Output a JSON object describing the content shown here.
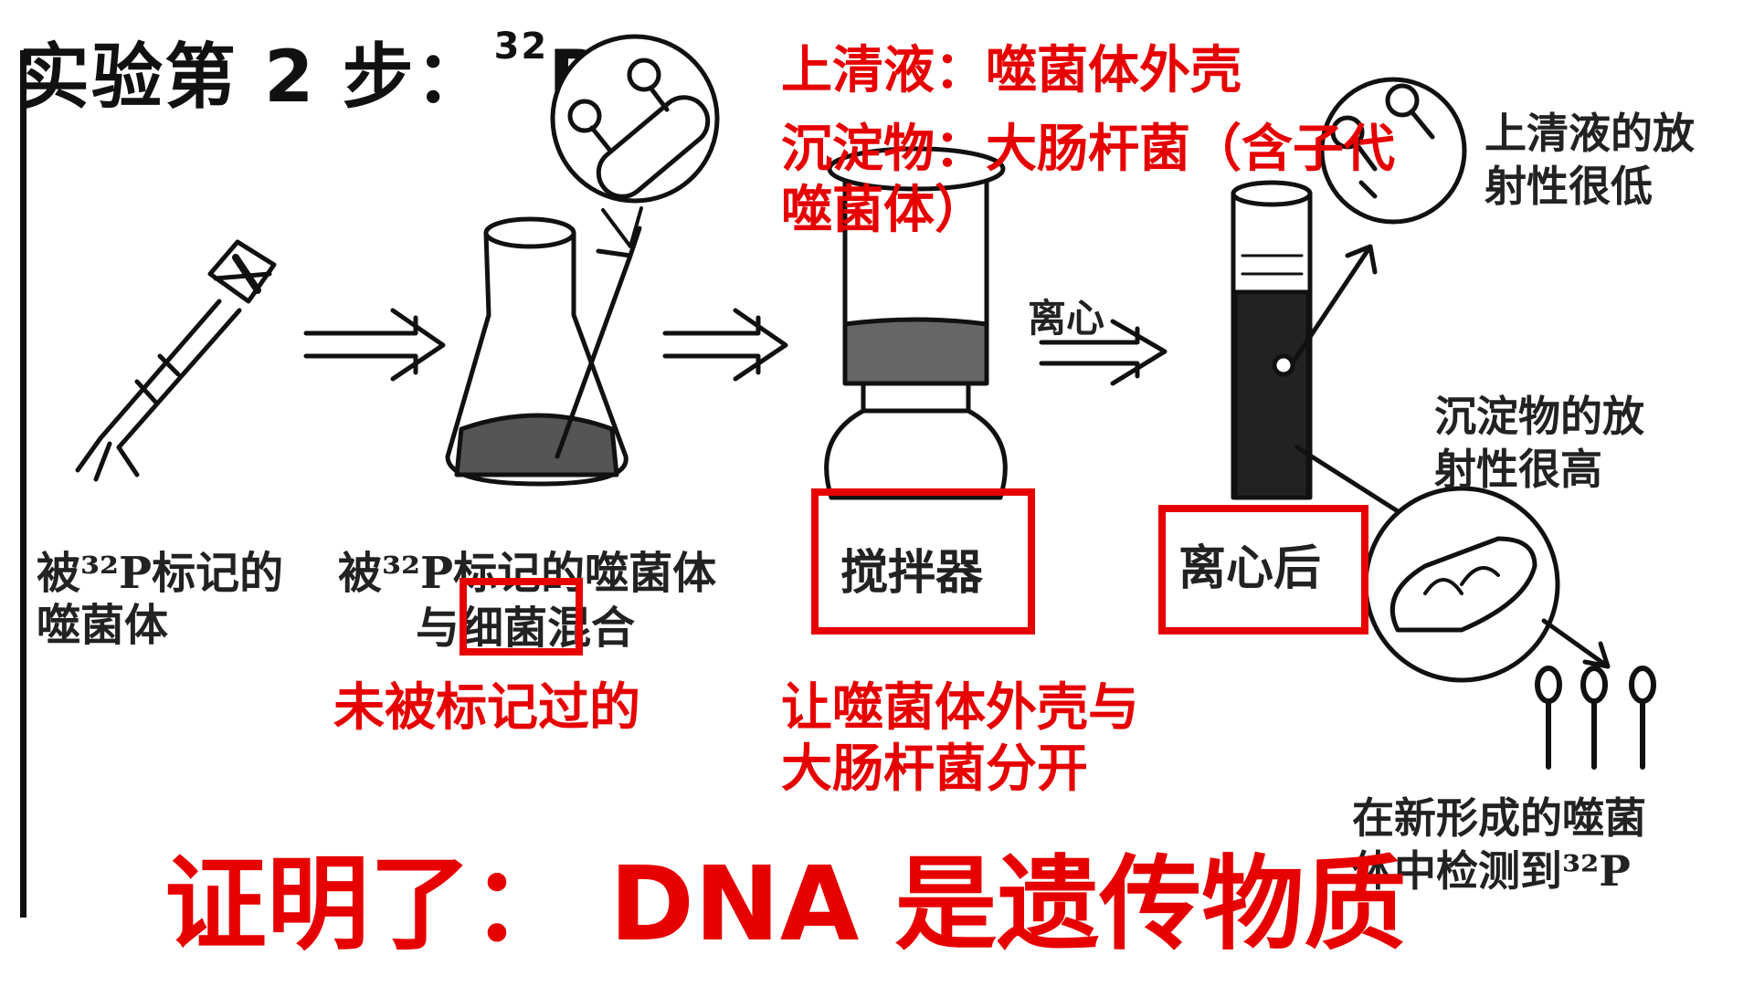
{
  "title": {
    "text": "实验第 2 步：",
    "sup": "32",
    "elem": "P"
  },
  "notes": {
    "supernatant": "上清液：噬菌体外壳",
    "sediment_line1": "沉淀物：大肠杆菌（含子代",
    "sediment_line2": "噬菌体）",
    "unlabeled": "未被标记过的",
    "separate_line1": "让噬菌体外壳与",
    "separate_line2": "大肠杆菌分开",
    "conclusion": "证明了： DNA 是遗传物质"
  },
  "labels": {
    "phage_line1": "被³²P标记的",
    "phage_line2": "噬菌体",
    "mix_line1": "被³²P标记的噬菌体",
    "mix_line2": "与细菌混合",
    "blender": "搅拌器",
    "centrifuge_arrow": "离心",
    "after_centrifuge": "离心后",
    "super_low_line1": "上清液的放",
    "super_low_line2": "射性很低",
    "sed_high_line1": "沉淀物的放",
    "sed_high_line2": "射性很高",
    "detect_line1": "在新形成的噬菌",
    "detect_line2": "体中检测到³²P"
  },
  "colors": {
    "accent": "#e60000",
    "ink": "#111111"
  }
}
